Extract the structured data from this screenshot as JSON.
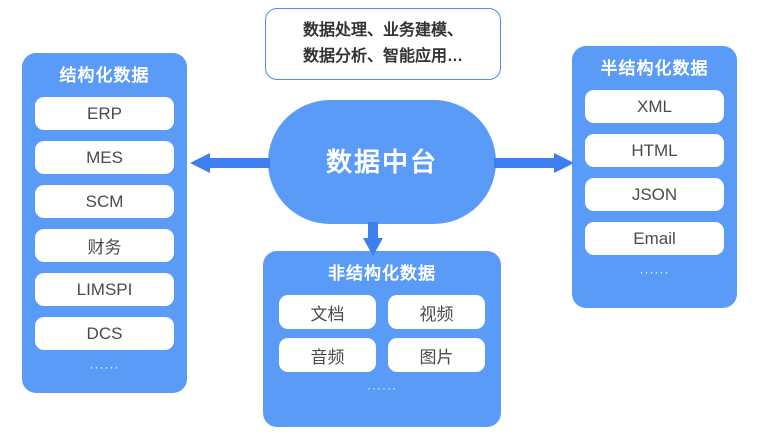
{
  "diagram": {
    "accent_blue": "#5B9BF8",
    "arrow_blue": "#3D7EF0",
    "callout_border": "#4A8BF5",
    "ellipsis": "······"
  },
  "center": {
    "label": "数据中台"
  },
  "callout": {
    "line1": "数据处理、业务建模、",
    "line2": "数据分析、智能应用…"
  },
  "left_panel": {
    "title": "结构化数据",
    "items": [
      "ERP",
      "MES",
      "SCM",
      "财务",
      "LIMSPI",
      "DCS"
    ],
    "more": "······"
  },
  "right_panel": {
    "title": "半结构化数据",
    "items": [
      "XML",
      "HTML",
      "JSON",
      "Email"
    ],
    "more": "······"
  },
  "bottom_panel": {
    "title": "非结构化数据",
    "items": [
      "文档",
      "视频",
      "音频",
      "图片"
    ],
    "more": "······"
  },
  "arrows": [
    {
      "name": "arrow-center-to-left",
      "direction": "left"
    },
    {
      "name": "arrow-center-to-right",
      "direction": "right"
    },
    {
      "name": "arrow-center-to-bottom",
      "direction": "down"
    }
  ]
}
